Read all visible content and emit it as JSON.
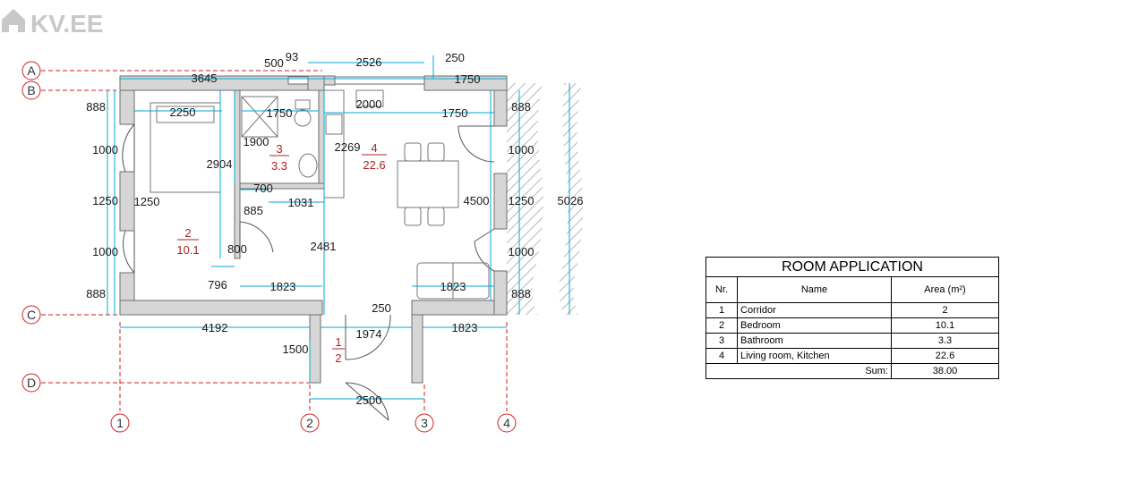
{
  "logo": {
    "text": "KV.EE"
  },
  "colors": {
    "wall": "#7a7a7a",
    "wall_fill": "#d6d6d6",
    "dimension": "#00a9d6",
    "axis_line": "#d02020",
    "room_label": "#b02020",
    "hatch": "#9a9a9a"
  },
  "axes": {
    "rows": [
      "A",
      "B",
      "C",
      "D"
    ],
    "cols": [
      "1",
      "2",
      "3",
      "4"
    ]
  },
  "dimensions": {
    "top_500": "500",
    "top_93": "93",
    "top_2526": "2526",
    "top_250": "250",
    "overall_3645": "3645",
    "top_1750": "1750",
    "bed_2250": "2250",
    "bath_1750": "1750",
    "kit_2000": "2000",
    "kit_1750": "1750",
    "left_888_top": "888",
    "left_1000_a": "1000",
    "left_1250": "1250",
    "left_1000_b": "1000",
    "left_888_bot": "888",
    "right_888_top": "888",
    "right_1000_a": "1000",
    "right_1250": "1250",
    "right_1000_b": "1000",
    "right_888_bot": "888",
    "bed_1250": "1250",
    "bed_2904": "2904",
    "bath_1900": "1900",
    "kit_2269": "2269",
    "kit_4500": "4500",
    "overall_5026": "5026",
    "d700": "700",
    "d885": "885",
    "d1031": "1031",
    "d800": "800",
    "d2481": "2481",
    "d796": "796",
    "d1823_a": "1823",
    "d1823_b": "1823",
    "d250": "250",
    "d4192": "4192",
    "d1974": "1974",
    "d1823_c": "1823",
    "d1500": "1500",
    "d2500": "2500"
  },
  "rooms": [
    {
      "num": "2",
      "area": "10.1"
    },
    {
      "num": "3",
      "area": "3.3"
    },
    {
      "num": "4",
      "area": "22.6"
    },
    {
      "num": "1",
      "area": "2"
    }
  ],
  "table": {
    "title": "ROOM APPLICATION",
    "headers": {
      "nr": "Nr.",
      "name": "Name",
      "area": "Area (m²)"
    },
    "rows": [
      {
        "nr": "1",
        "name": "Corridor",
        "area": "2"
      },
      {
        "nr": "2",
        "name": "Bedroom",
        "area": "10.1"
      },
      {
        "nr": "3",
        "name": "Bathroom",
        "area": "3.3"
      },
      {
        "nr": "4",
        "name": "Living room, Kitchen",
        "area": "22.6"
      }
    ],
    "sum_label": "Sum:",
    "sum_value": "38.00"
  }
}
